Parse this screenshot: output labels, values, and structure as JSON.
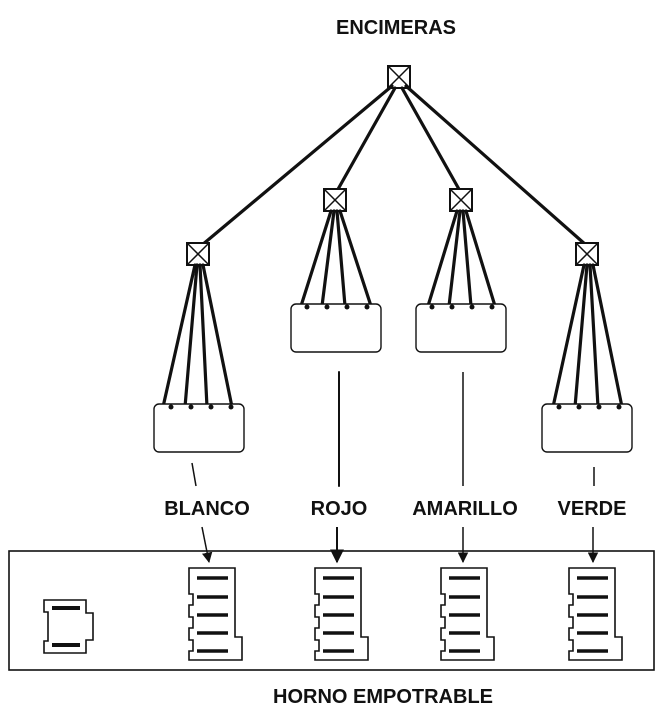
{
  "title": "ENCIMERAS",
  "colors": [
    "BLANCO",
    "ROJO",
    "AMARILLO",
    "VERDE"
  ],
  "footer": "HORNO EMPOTRABLE",
  "icons": {
    "junction": "crossed-box-icon",
    "connector": "terminal-block-connector",
    "socket": "multi-pin-socket"
  }
}
